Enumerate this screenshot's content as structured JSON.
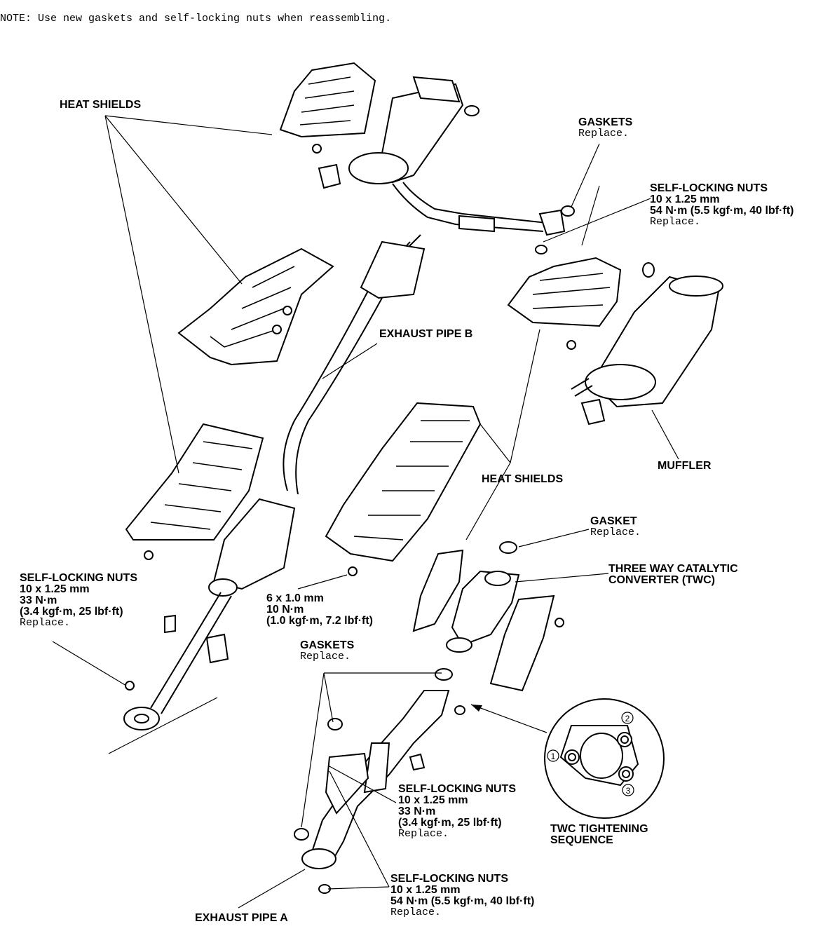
{
  "note": "NOTE: Use new gaskets and self-locking nuts when reassembling.",
  "labels": {
    "heat_shields_top": "HEAT SHIELDS",
    "gaskets_top": {
      "title": "GASKETS",
      "action": "Replace."
    },
    "nuts_top_right": {
      "title": "SELF-LOCKING NUTS",
      "size": "10 x 1.25 mm",
      "torque": "54 N·m (5.5 kgf·m, 40 lbf·ft)",
      "action": "Replace."
    },
    "exhaust_pipe_b": "EXHAUST PIPE B",
    "muffler": "MUFFLER",
    "heat_shields_mid": "HEAT SHIELDS",
    "gasket_twc": {
      "title": "GASKET",
      "action": "Replace."
    },
    "twc": {
      "line1": "THREE WAY CATALYTIC",
      "line2": "CONVERTER (TWC)"
    },
    "nuts_left": {
      "title": "SELF-LOCKING NUTS",
      "size": "10 x 1.25 mm",
      "torque": "33 N·m",
      "torque_alt": "(3.4 kgf·m, 25 lbf·ft)",
      "action": "Replace."
    },
    "bolt_spec": {
      "size": "6 x 1.0 mm",
      "torque": "10 N·m",
      "torque_alt": "(1.0 kgf·m, 7.2 lbf·ft)"
    },
    "gaskets_bottom": {
      "title": "GASKETS",
      "action": "Replace."
    },
    "nuts_mid_bottom": {
      "title": "SELF-LOCKING NUTS",
      "size": "10 x 1.25 mm",
      "torque": "33 N·m",
      "torque_alt": "(3.4 kgf·m, 25 lbf·ft)",
      "action": "Replace."
    },
    "twc_sequence": {
      "line1": "TWC TIGHTENING",
      "line2": "SEQUENCE",
      "steps": [
        "1",
        "2",
        "3"
      ]
    },
    "nuts_bottom": {
      "title": "SELF-LOCKING NUTS",
      "size": "10 x 1.25 mm",
      "torque": "54 N·m (5.5 kgf·m, 40 lbf·ft)",
      "action": "Replace."
    },
    "exhaust_pipe_a": "EXHAUST PIPE A"
  }
}
